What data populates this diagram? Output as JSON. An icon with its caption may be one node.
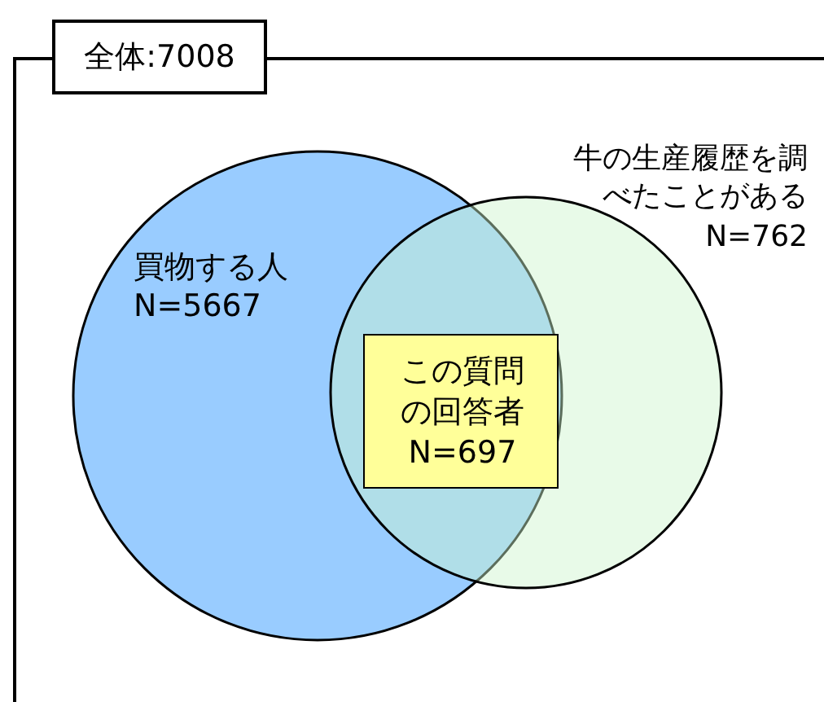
{
  "diagram": {
    "nodes": [
      {
        "text": [
          "全体:7008"
        ]
      },
      {
        "text": [
          "買物する人",
          "N=5667"
        ],
        "in": 0
      },
      {
        "text": [
          "牛の生産履歴を調べたことがある",
          "N=762"
        ],
        "in": 0
      },
      {
        "text": [
          "この質問の回答者",
          "N=697"
        ]
      }
    ]
  }
}
